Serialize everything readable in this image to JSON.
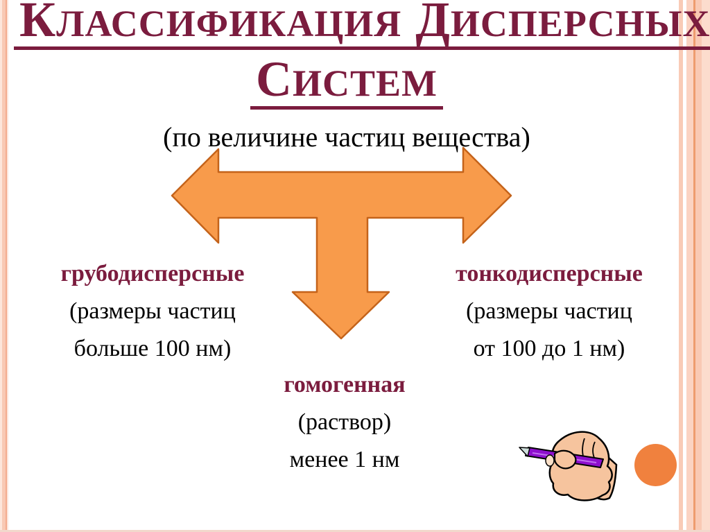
{
  "title": {
    "line1": [
      {
        "initial": "К",
        "rest": "ЛАССИФИКАЦИЯ"
      },
      {
        "initial": "Д",
        "rest": "ИСПЕРСНЫХ"
      }
    ],
    "line2": [
      {
        "initial": "С",
        "rest": "ИСТЕМ"
      }
    ],
    "subtitle": "(по величине частиц вещества)"
  },
  "branches": {
    "coarse": {
      "label": "грубодисперсные",
      "detail1": "(размеры частиц",
      "detail2": "больше 100 нм)"
    },
    "fine": {
      "label": "тонкодисперсные",
      "detail1": "(размеры частиц",
      "detail2": "от 100 до 1 нм)"
    },
    "homogeneous": {
      "label": "гомогенная",
      "detail1": "(раствор)",
      "detail2": "менее 1 нм"
    }
  },
  "icons": {
    "arrow": "three-way-arrow",
    "hand": "hand-writing-with-pen",
    "dot": "orange-circle"
  },
  "colors": {
    "title_maroon": "#7b1c3e",
    "text_black": "#000000",
    "arrow_fill": "#f89b4b",
    "arrow_stroke": "#c4631a",
    "circle_orange": "#f0813e",
    "pen_purple": "#8e0fce",
    "skin": "#f6c49e",
    "border_pink": "#f9c9b4",
    "border_accent": "#ee9c6e"
  }
}
